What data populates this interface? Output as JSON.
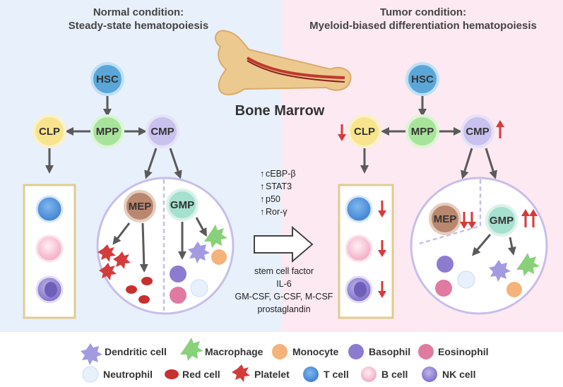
{
  "colors": {
    "normal_bg": "#e8f0fb",
    "tumor_bg": "#fde9f1",
    "hsc": "#5ba6d9",
    "mpp": "#a8e39b",
    "cmp": "#c9c2ee",
    "clp": "#f7e48c",
    "mep": "#b9876e",
    "gmp": "#a6e0cf",
    "red_arrow": "#d63a3a",
    "gray_arrow": "#5a5a5a"
  },
  "left": {
    "title_line1": "Normal condition:",
    "title_line2": "Steady-state hematopoiesis",
    "hsc": "HSC",
    "mpp": "MPP",
    "clp": "CLP",
    "cmp": "CMP",
    "mep": "MEP",
    "gmp": "GMP"
  },
  "right": {
    "title_line1": "Tumor condition:",
    "title_line2": "Myeloid-biased differentiation hematopoiesis",
    "hsc": "HSC",
    "mpp": "MPP",
    "clp": "CLP",
    "cmp": "CMP",
    "mep": "MEP",
    "gmp": "GMP"
  },
  "center": {
    "bone_marrow": "Bone Marrow",
    "transcription_factors": [
      {
        "arrow": "↑",
        "label": "cEBP-β"
      },
      {
        "arrow": "↑",
        "label": "STAT3"
      },
      {
        "arrow": "↑",
        "label": "p50"
      },
      {
        "arrow": "↑",
        "label": "Ror-γ"
      }
    ],
    "stimuli": [
      "stem cell factor",
      "IL-6",
      "GM-CSF, G-CSF, M-CSF",
      "prostaglandin"
    ]
  },
  "legend": [
    {
      "icon": "dendritic-cell-icon",
      "label": "Dendritic cell"
    },
    {
      "icon": "macrophage-icon",
      "label": "Macrophage"
    },
    {
      "icon": "monocyte-icon",
      "label": "Monocyte"
    },
    {
      "icon": "basophil-icon",
      "label": "Basophil"
    },
    {
      "icon": "eosinophil-icon",
      "label": "Eosinophil"
    },
    {
      "icon": "neutrophil-icon",
      "label": "Neutrophil"
    },
    {
      "icon": "red-cell-icon",
      "label": "Red cell"
    },
    {
      "icon": "platelet-icon",
      "label": "Platelet"
    },
    {
      "icon": "t-cell-icon",
      "label": "T cell"
    },
    {
      "icon": "b-cell-icon",
      "label": "B cell"
    },
    {
      "icon": "nk-cell-icon",
      "label": "NK cell"
    }
  ]
}
